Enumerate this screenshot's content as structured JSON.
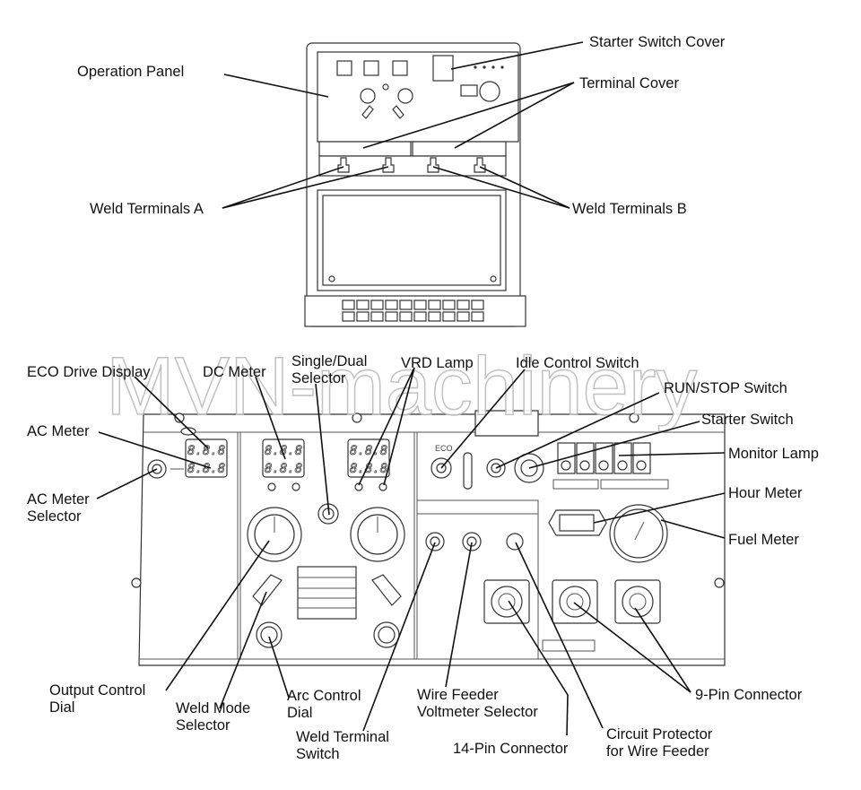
{
  "watermark": "MVN-machinery",
  "top_view": {
    "labels": {
      "starter_switch_cover": "Starter Switch Cover",
      "operation_panel": "Operation Panel",
      "terminal_cover": "Terminal Cover",
      "weld_terminals_a": "Weld Terminals A",
      "weld_terminals_b": "Weld Terminals B"
    }
  },
  "panel_view": {
    "eco_label": "ECO",
    "labels": {
      "eco_drive_display": "ECO Drive Display",
      "dc_meter": "DC Meter",
      "single_dual_1": "Single/Dual",
      "single_dual_2": "Selector",
      "vrd_lamp": "VRD Lamp",
      "idle_control_switch": "Idle Control Switch",
      "run_stop_switch": "RUN/STOP Switch",
      "starter_switch": "Starter Switch",
      "monitor_lamp": "Monitor Lamp",
      "ac_meter": "AC Meter",
      "ac_meter_selector_1": "AC Meter",
      "ac_meter_selector_2": "Selector",
      "hour_meter": "Hour Meter",
      "fuel_meter": "Fuel Meter",
      "output_control_dial_1": "Output Control",
      "output_control_dial_2": "Dial",
      "weld_mode_selector_1": "Weld Mode",
      "weld_mode_selector_2": "Selector",
      "arc_control_dial_1": "Arc Control",
      "arc_control_dial_2": "Dial",
      "wire_feeder_voltmeter_1": "Wire Feeder",
      "wire_feeder_voltmeter_2": "Voltmeter Selector",
      "weld_terminal_switch_1": "Weld Terminal",
      "weld_terminal_switch_2": "Switch",
      "pin14_connector": "14-Pin Connector",
      "circuit_protector_1": "Circuit Protector",
      "circuit_protector_2": "for Wire Feeder",
      "pin9_connector": "9-Pin Connector"
    },
    "meter_digits": "8.8.8"
  }
}
